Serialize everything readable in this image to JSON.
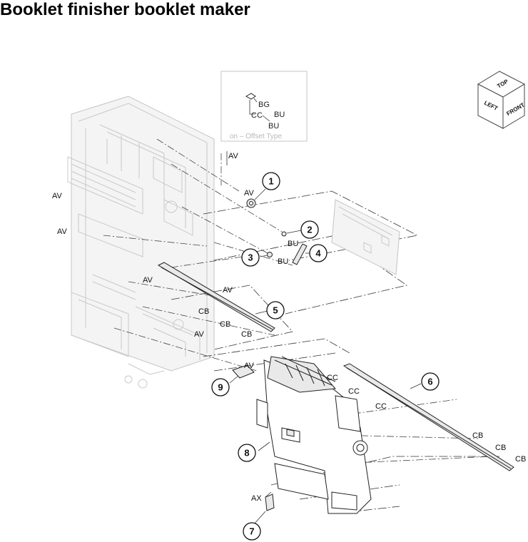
{
  "title": "Booklet finisher booklet maker",
  "inset": {
    "labels": [
      "BG",
      "CC",
      "BU",
      "BU"
    ],
    "caption": "on – Offset Type"
  },
  "orientation_cube": {
    "top": "TOP",
    "left": "LEFT",
    "front": "FRONT"
  },
  "callouts": [
    "1",
    "2",
    "3",
    "4",
    "5",
    "6",
    "7",
    "8",
    "9"
  ],
  "labels": {
    "av": "AV",
    "bu": "BU",
    "cb": "CB",
    "cc": "CC",
    "ax": "AX"
  }
}
